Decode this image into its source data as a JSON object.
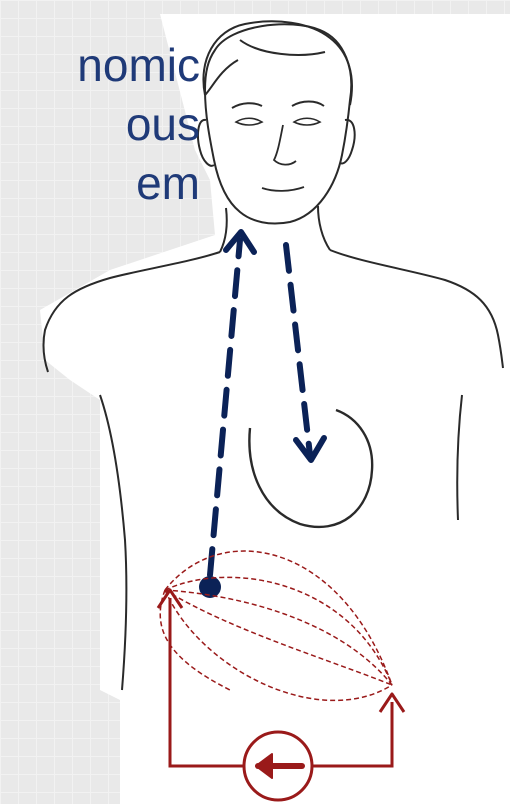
{
  "slide": {
    "title_lines": [
      "nomic",
      "ous",
      "em"
    ]
  },
  "colors": {
    "title_text": "#1f3a78",
    "nerve_path": "#0b2257",
    "electrical_field": "#9a1a1a",
    "outline": "#2a2a2a",
    "body_fill": "#ffffff",
    "background": "#e9e9e9"
  },
  "icons": {
    "ascending_arrow": "arrow-up-icon",
    "descending_arrow": "arrow-down-icon",
    "source_dot": "dot-icon",
    "current_source": "circle-arrow-left-icon"
  }
}
